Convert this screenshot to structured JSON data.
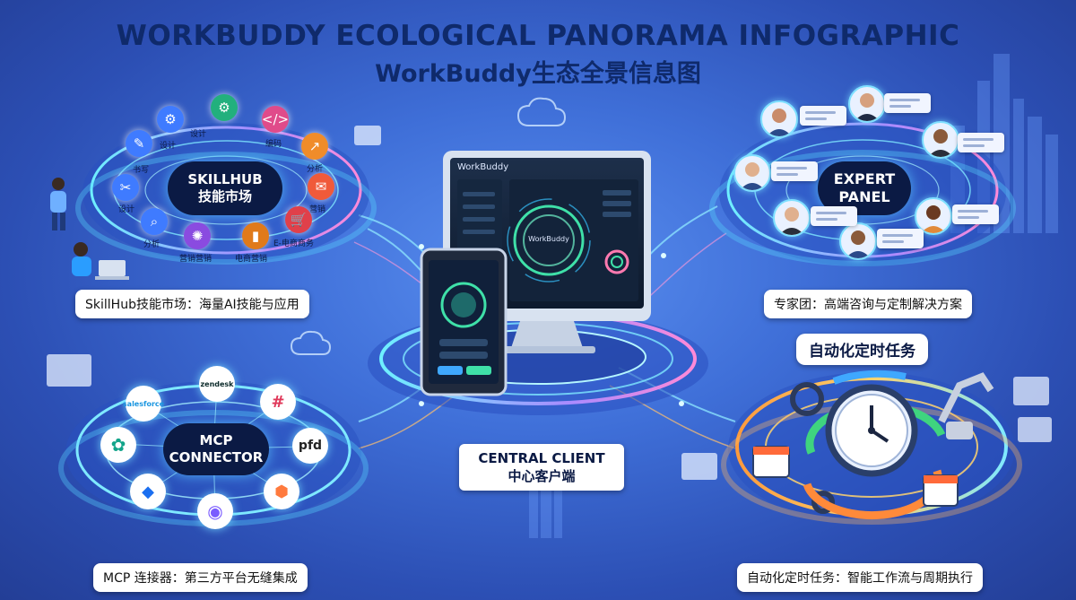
{
  "title_en": "WORKBUDDY ECOLOGICAL PANORAMA INFOGRAPHIC",
  "title_zh": "WorkBuddy生态全景信息图",
  "skillhub": {
    "hub_line1": "SKILLHUB",
    "hub_line2": "技能市场",
    "caption": "SkillHub技能市场：海量AI技能与应用",
    "nodes": [
      {
        "label": "设计",
        "icon": "pencil-icon",
        "color": "#3f7bff"
      },
      {
        "label": "设计",
        "icon": "gear-icon",
        "color": "#22b07d"
      },
      {
        "label": "编码",
        "icon": "code-icon",
        "color": "#e04b8a"
      },
      {
        "label": "分析",
        "icon": "chart-icon",
        "color": "#f08c2a"
      },
      {
        "label": "营销",
        "icon": "megaphone-icon",
        "color": "#f05a3a"
      },
      {
        "label": "E-电商商务",
        "icon": "cart-icon",
        "color": "#e0404a"
      },
      {
        "label": "电商营销",
        "icon": "bar-chart-icon",
        "color": "#e07a1a"
      },
      {
        "label": "营销营销",
        "icon": "network-icon",
        "color": "#8a4be0"
      },
      {
        "label": "分析",
        "icon": "search-icon",
        "color": "#3f7bff"
      },
      {
        "label": "设计",
        "icon": "wrench-icon",
        "color": "#3f7bff"
      },
      {
        "label": "书写",
        "icon": "edit-icon",
        "color": "#2aa0e0"
      }
    ]
  },
  "expert": {
    "hub_line1": "EXPERT",
    "hub_line2": "PANEL",
    "caption": "专家团：高端咨询与定制解决方案"
  },
  "central": {
    "line1": "CENTRAL CLIENT",
    "line2": "中心客户端",
    "app_name": "WorkBuddy"
  },
  "mcp": {
    "hub_line1": "MCP",
    "hub_line2": "CONNECTOR",
    "caption": "MCP 连接器：第三方平台无缝集成",
    "logos": [
      {
        "label": "salesforce",
        "icon": "salesforce-icon",
        "color": "#1b96e0"
      },
      {
        "label": "zendesk",
        "icon": "zendesk-icon",
        "color": "#0b2a2a"
      },
      {
        "label": "#",
        "icon": "slack-icon",
        "color": "#e0395a"
      },
      {
        "label": "pfd",
        "icon": "pfd-icon",
        "color": "#222"
      },
      {
        "label": "⬢",
        "icon": "hubspot-icon",
        "color": "#ff7a3d"
      },
      {
        "label": "◉",
        "icon": "microsoft-icon",
        "color": "#7a5cff"
      },
      {
        "label": "◆",
        "icon": "dropbox-icon",
        "color": "#1b6ff0"
      },
      {
        "label": "✿",
        "icon": "clover-icon",
        "color": "#12a48a"
      }
    ]
  },
  "auto": {
    "title": "自动化定时任务",
    "caption": "自动化定时任务：智能工作流与周期执行"
  }
}
